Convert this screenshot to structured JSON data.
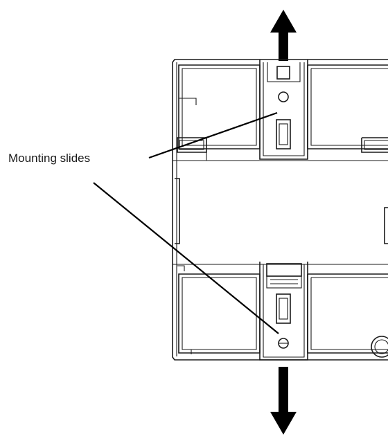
{
  "callout": {
    "label": "Mounting slides"
  },
  "arrows": {
    "top_direction": "up",
    "bottom_direction": "down"
  },
  "colors": {
    "line": "#1a1a1a",
    "background": "#ffffff"
  }
}
